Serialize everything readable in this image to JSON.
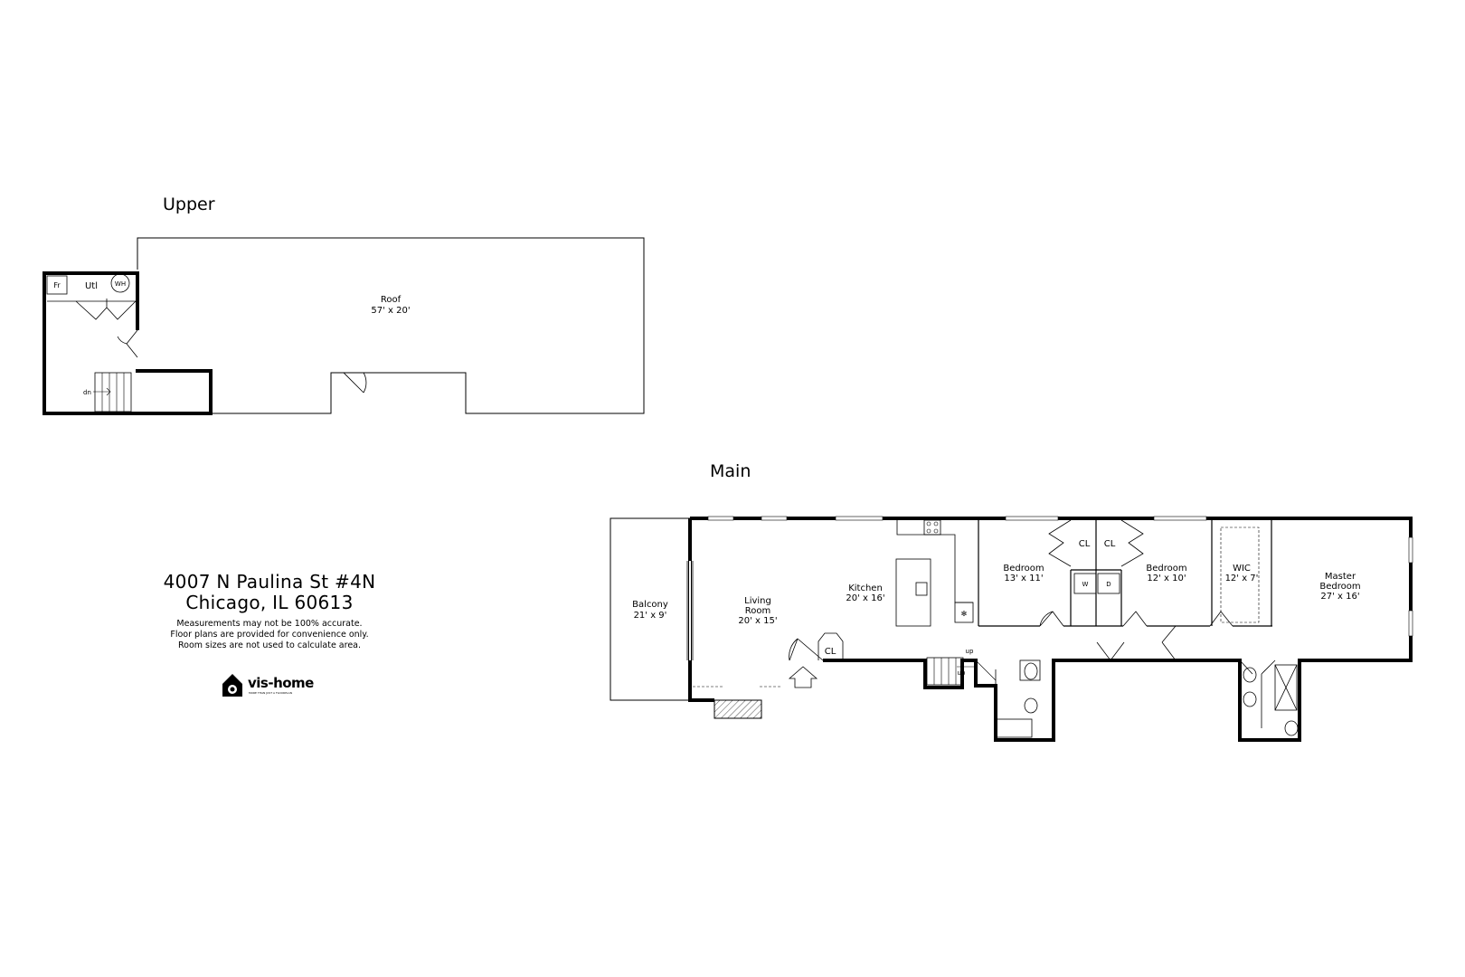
{
  "floors": {
    "upper": {
      "title": "Upper",
      "rooms": {
        "utility": "Utl",
        "furnace": "Fr",
        "water_heater": "WH",
        "stairs": "dn",
        "roof_name": "Roof",
        "roof_size": "57' x 20'"
      }
    },
    "main": {
      "title": "Main",
      "rooms": {
        "balcony_name": "Balcony",
        "balcony_size": "21' x 9'",
        "living_name_1": "Living",
        "living_name_2": "Room",
        "living_size": "20' x 15'",
        "kitchen_name": "Kitchen",
        "kitchen_size": "20' x 16'",
        "closet_entry": "CL",
        "bedroom1_name": "Bedroom",
        "bedroom1_size": "13' x 11'",
        "closet1": "CL",
        "closet2": "CL",
        "washer": "W",
        "dryer": "D",
        "bedroom2_name": "Bedroom",
        "bedroom2_size": "12' x 10'",
        "wic_name": "WIC",
        "wic_size": "12' x 7'",
        "master_name_1": "Master",
        "master_name_2": "Bedroom",
        "master_size": "27' x 16'",
        "stairs_up_1": "up",
        "stairs_up_2": "up"
      }
    }
  },
  "address": {
    "line1": "4007 N Paulina St #4N",
    "line2": "Chicago, IL 60613"
  },
  "disclaimer": {
    "line1": "Measurements may not be 100% accurate.",
    "line2": "Floor plans are provided for convenience only.",
    "line3": "Room sizes are not used to calculate area."
  },
  "brand": {
    "name": "vis-home",
    "tagline": "MORE THAN JUST A FLOORPLAN",
    "icon": "house-camera-icon"
  },
  "colors": {
    "wall": "#000000",
    "background": "#ffffff"
  }
}
